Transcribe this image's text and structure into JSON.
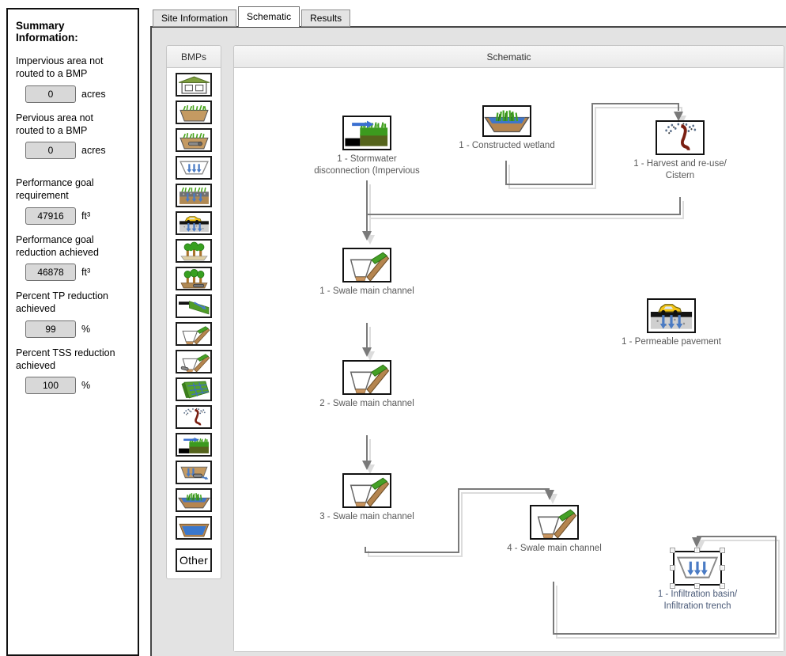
{
  "summary": {
    "title": "Summary Information:",
    "fields": [
      {
        "label": "Impervious area not\nrouted to a BMP",
        "value": "0",
        "unit": "acres"
      },
      {
        "label": "Pervious area not\nrouted to a BMP",
        "value": "0",
        "unit": "acres"
      },
      {
        "label": "Performance goal\nrequirement",
        "value": "47916",
        "unit": "ft³"
      },
      {
        "label": "Performance goal\nreduction achieved",
        "value": "46878",
        "unit": "ft³"
      },
      {
        "label": "Percent TP reduction\nachieved",
        "value": "99",
        "unit": "%"
      },
      {
        "label": "Percent TSS reduction\nachieved",
        "value": "100",
        "unit": "%"
      }
    ]
  },
  "tabs": [
    {
      "label": "Site Information",
      "active": false
    },
    {
      "label": "Schematic",
      "active": true
    },
    {
      "label": "Results",
      "active": false
    }
  ],
  "bmp_palette": {
    "header": "BMPs",
    "items": [
      "green-roof",
      "bioretention-basin",
      "bioretention-basin-underdrain",
      "infiltration-basin",
      "permeable-pavement-section",
      "permeable-pavement",
      "tree-planter",
      "tree-planter-underdrain",
      "downspout-disconnection",
      "swale-main-channel",
      "swale-underdrain",
      "gravel-wetland",
      "harvest-cistern",
      "impervious-disconnection",
      "infiltration-trench",
      "constructed-wetland",
      "wet-pond"
    ],
    "other_label": "Other"
  },
  "schematic": {
    "header": "Schematic",
    "nodes": [
      {
        "id": "stormwater-disconnection",
        "label": "1 - Stormwater\ndisconnection (Impervious",
        "icon": "impervious-disconnection-icon",
        "selected": false
      },
      {
        "id": "constructed-wetland",
        "label": "1 - Constructed wetland",
        "icon": "constructed-wetland-icon",
        "selected": false
      },
      {
        "id": "harvest-cistern",
        "label": "1 - Harvest and re-use/\nCistern",
        "icon": "cistern-icon",
        "selected": false
      },
      {
        "id": "swale-1",
        "label": "1 - Swale main channel",
        "icon": "swale-icon",
        "selected": false
      },
      {
        "id": "permeable-pavement",
        "label": "1 - Permeable pavement",
        "icon": "permeable-pavement-icon",
        "selected": false
      },
      {
        "id": "swale-2",
        "label": "2 - Swale main channel",
        "icon": "swale-icon",
        "selected": false
      },
      {
        "id": "swale-3",
        "label": "3 - Swale main channel",
        "icon": "swale-icon",
        "selected": false
      },
      {
        "id": "swale-4",
        "label": "4 - Swale main channel",
        "icon": "swale-icon",
        "selected": false
      },
      {
        "id": "infiltration-basin",
        "label": "1 - Infiltration basin/\nInfiltration trench",
        "icon": "infiltration-basin-icon",
        "selected": true
      }
    ],
    "connections": [
      {
        "from": "constructed-wetland",
        "to": "harvest-cistern"
      },
      {
        "from": "stormwater-disconnection",
        "to": "swale-1"
      },
      {
        "from": "harvest-cistern",
        "to": "swale-1"
      },
      {
        "from": "swale-1",
        "to": "swale-2"
      },
      {
        "from": "swale-2",
        "to": "swale-3"
      },
      {
        "from": "swale-3",
        "to": "swale-4"
      },
      {
        "from": "swale-4",
        "to": "infiltration-basin"
      }
    ]
  },
  "colors": {
    "connector": "#7a7a7a",
    "connector_shadow": "#dcdcdc",
    "tab_page_bg": "#e3e3e3",
    "panel_border": "#111111",
    "input_bg": "#d8d8d8",
    "node_label": "#595959",
    "blue_arrow": "#4a7bc4"
  }
}
